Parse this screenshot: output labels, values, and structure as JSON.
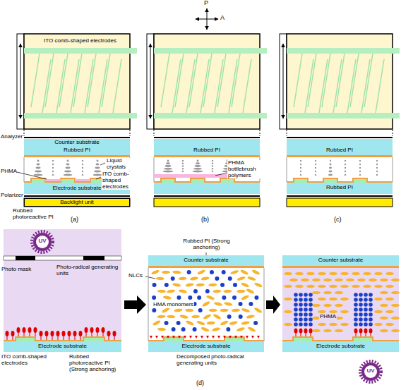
{
  "diagram": {
    "nodes": [
      {
        "text": [
          "Counter substrate"
        ]
      },
      {
        "text": [
          "Electrode substrate"
        ]
      },
      {
        "text": [
          "Backlight unit"
        ]
      },
      {
        "text": [
          "Electrode substrate"
        ]
      },
      {
        "text": [
          "Counter substrate"
        ]
      },
      {
        "text": [
          "Electrode substrate"
        ]
      },
      {
        "text": [
          "Counter substrate"
        ]
      },
      {
        "text": [
          "Electrode substrate"
        ]
      }
    ],
    "labels": [
      "P",
      "A",
      "ITO comb-shaped electrodes",
      "Analyzer",
      "Rubbed PI",
      "Liquid crystals",
      "ITO comb-shaped electrodes",
      "PHMA",
      "Polarizer",
      "Rubbed photoreactive PI",
      "(a)",
      "Rubbed PI",
      "PHMA bottlebrush polymers",
      "(b)",
      "Rubbed PI",
      "Rubbed PI",
      "(c)",
      "UV",
      "Photo mask",
      "Photo-radical generating units",
      "ITO comb-shaped electrodes",
      "Rubbed photoreactive PI (Strong anchoring)",
      "Rubbed PI (Strong anchoring)",
      "NLCs",
      "HMA monomers",
      "Decomposed photo-radical generating units",
      "PHMA",
      "UV",
      "(d)"
    ]
  }
}
